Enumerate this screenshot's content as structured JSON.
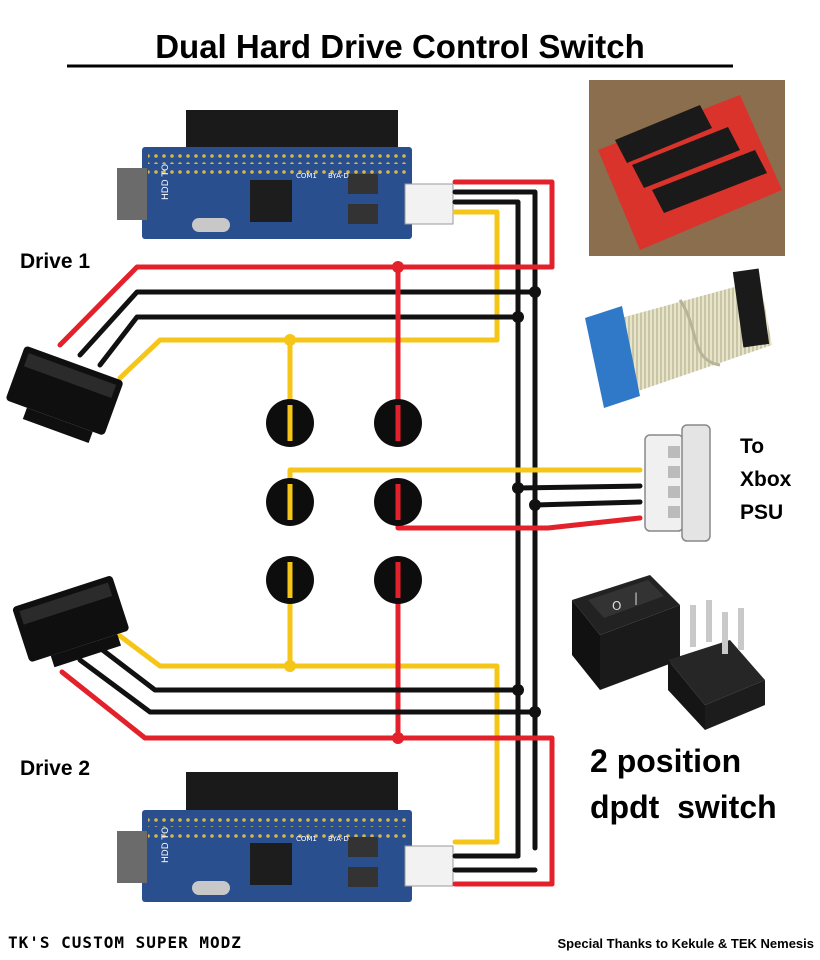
{
  "title": "Dual Hard Drive Control Switch",
  "labels": {
    "drive1": "Drive 1",
    "drive2": "Drive 2",
    "psu_line1": "To",
    "psu_line2": "Xbox",
    "psu_line3": "PSU",
    "switch_line1": "2 position",
    "switch_line2": "dpdt  switch"
  },
  "board_silkscreen": {
    "hdd_to": "HDD TO",
    "com": "COM1",
    "part": "BYA-D"
  },
  "switch_symbols": {
    "on": "|",
    "off": "O"
  },
  "footer": {
    "left": "TK'S CUSTOM SUPER MODZ",
    "right": "Special Thanks to Kekule & TEK Nemesis"
  },
  "colors": {
    "red": "#e3212b",
    "black": "#111111",
    "yellow": "#f5c518",
    "board_blue": "#2a4f8f",
    "adapter_red": "#d9332b"
  }
}
